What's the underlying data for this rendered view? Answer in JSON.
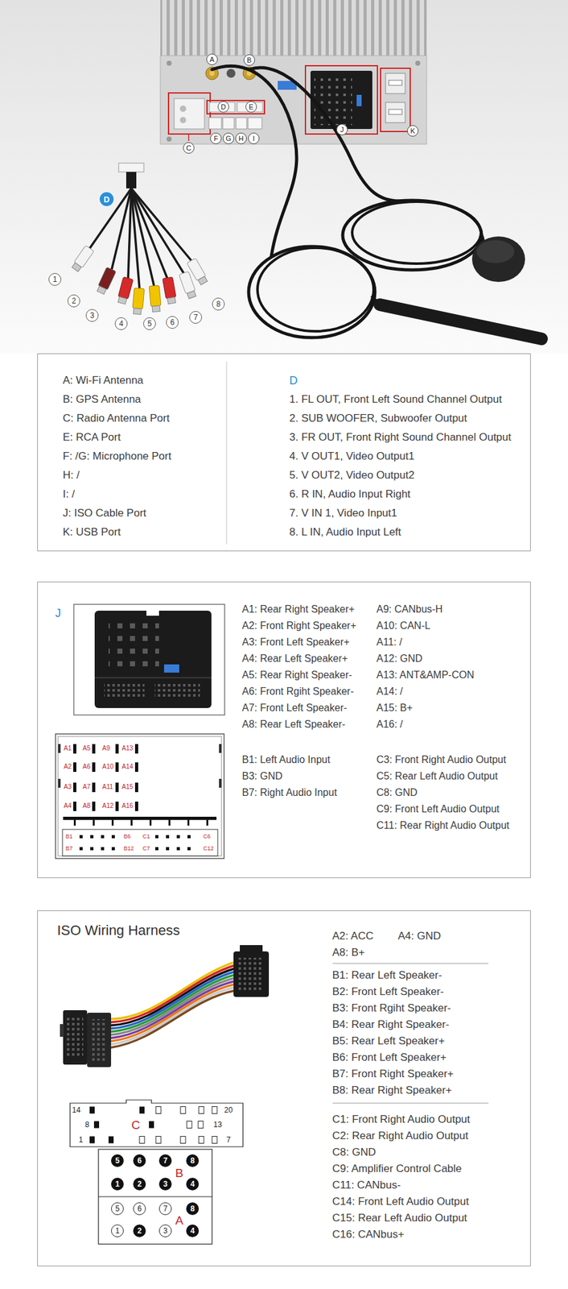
{
  "diagram": {
    "nodes": [
      {
        "text": [
          "A: Wi-Fi Antenna",
          "B: GPS Antenna",
          "C: Radio Antenna Port",
          "E: RCA Port",
          "F: /G: Microphone Port",
          "H: /",
          "I: /",
          "J: ISO Cable Port",
          "K: USB Port",
          "D",
          "1. FL OUT, Front Left Sound Channel Output",
          "2. SUB WOOFER, Subwoofer Output",
          "3. FR OUT, Front Right Sound Channel Output",
          "4. V OUT1, Video Output1",
          "5. V OUT2, Video Output2",
          "6. R IN, Audio Input Right",
          "7. V IN 1, Video Input1",
          "8. L IN, Audio Input Left"
        ]
      },
      {
        "text": [
          "J",
          "A1: Rear Right Speaker+",
          "A2: Front Right Speaker+",
          "A3: Front Left Speaker+",
          "A4: Rear Left Speaker+",
          "A5: Rear Right Speaker-",
          "A6: Front Rgiht Speaker-",
          "A7: Front Left Speaker-",
          "A8: Rear Left Speaker-",
          "A9: CANbus-H",
          "A10: CAN-L",
          "A11: /",
          "A12: GND",
          "A13: ANT&AMP-CON",
          "A14: /",
          "A15: B+",
          "A16: /",
          "B1: Left Audio Input",
          "B3: GND",
          "B7: Right Audio Input",
          "C3: Front Right Audio Output",
          "C5: Rear Left Audio Output",
          "C8: GND",
          "C9: Front Left Audio Output",
          "C11: Rear Right Audio Output"
        ]
      },
      {
        "text": [
          "ISO Wiring Harness",
          "A2: ACC",
          "A4: GND",
          "A8: B+",
          "B1: Rear Left Speaker-",
          "B2: Front Left Speaker-",
          "B3: Front Rgiht Speaker-",
          "B4: Rear Right Speaker-",
          "B5: Rear Left Speaker+",
          "B6: Front Left Speaker+",
          "B7: Front Right Speaker+",
          "B8: Rear Right Speaker+",
          "C1: Front Right Audio Output",
          "C2: Rear Right Audio Output",
          "C8: GND",
          "C9: Amplifier Control Cable",
          "C11: CANbus-",
          "C14: Front Left Audio Output",
          "C15: Rear Left Audio Output",
          "C16: CANbus+"
        ]
      }
    ],
    "labels": [
      "A",
      "B",
      "C",
      "D",
      "E",
      "F",
      "G",
      "H",
      "I",
      "J",
      "K",
      "D",
      "1",
      "2",
      "3",
      "4",
      "5",
      "6",
      "7",
      "8",
      "A1",
      "A5",
      "A9",
      "A13",
      "A2",
      "A6",
      "A10",
      "A14",
      "A3",
      "A7",
      "A11",
      "A15",
      "A4",
      "A8",
      "A12",
      "A16",
      "B1",
      "B6",
      "C1",
      "C6",
      "B7",
      "B12",
      "C7",
      "C12",
      "14",
      "20",
      "8",
      "C",
      "13",
      "1",
      "7",
      "5",
      "6",
      "7",
      "8",
      "B",
      "1",
      "2",
      "3",
      "4",
      "5",
      "6",
      "7",
      "8",
      "A",
      "1",
      "2",
      "3",
      "4"
    ]
  }
}
